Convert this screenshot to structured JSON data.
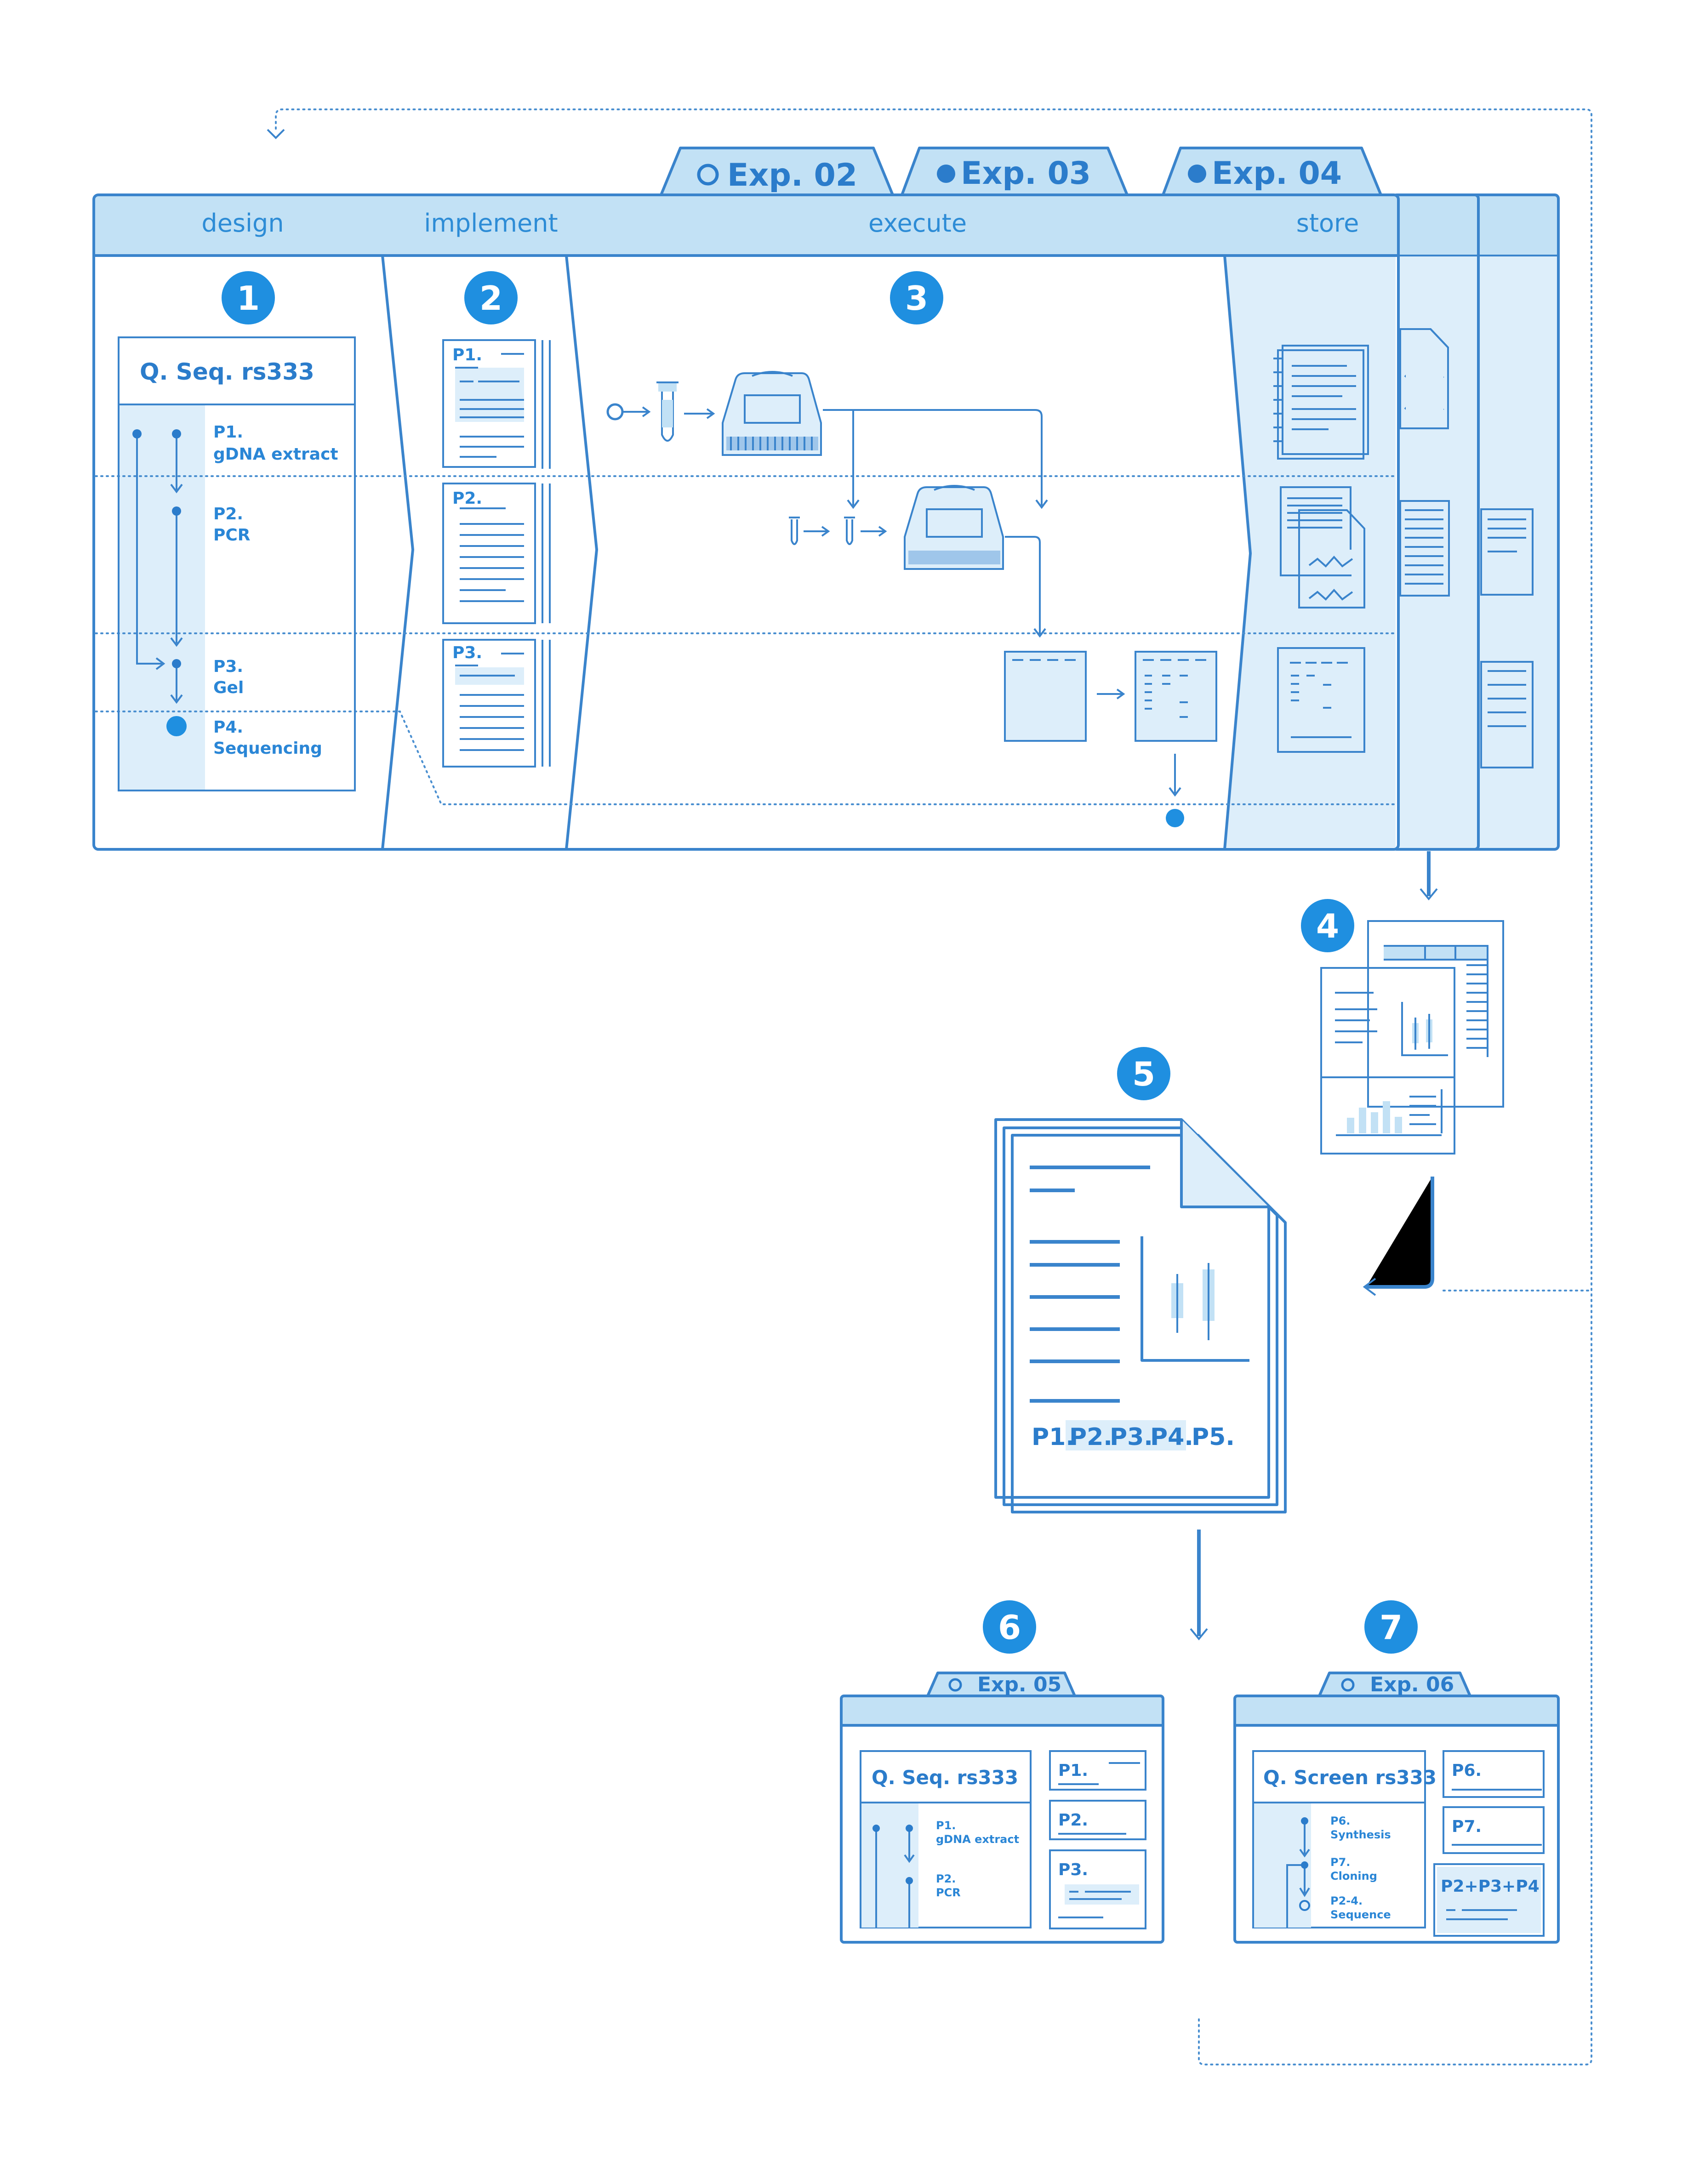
{
  "tabs": [
    {
      "label": "Exp. 02",
      "icon": "open-circle-icon"
    },
    {
      "label": "Exp. 03",
      "icon": "filled-circle-icon"
    },
    {
      "label": "Exp. 04",
      "icon": "filled-circle-icon"
    }
  ],
  "stages": [
    {
      "label": "design"
    },
    {
      "label": "implement"
    },
    {
      "label": "execute"
    },
    {
      "label": "store"
    }
  ],
  "steps": [
    "1",
    "2",
    "3",
    "4",
    "5",
    "6",
    "7"
  ],
  "design_card": {
    "title": "Q. Seq. rs333",
    "protocols": [
      {
        "id": "P1.",
        "name": "gDNA extract"
      },
      {
        "id": "P2.",
        "name": "PCR"
      },
      {
        "id": "P3.",
        "name": "Gel"
      },
      {
        "id": "P4.",
        "name": "Sequencing"
      }
    ]
  },
  "implement_docs": [
    "P1.",
    "P2.",
    "P3."
  ],
  "report": {
    "refs": [
      "P1.",
      "P2.",
      "P3.",
      "P4.",
      "P5."
    ]
  },
  "exp05": {
    "tab": "Exp. 05",
    "title": "Q. Seq. rs333",
    "protocols": [
      {
        "id": "P1.",
        "name": "gDNA extract"
      },
      {
        "id": "P2.",
        "name": "PCR"
      }
    ],
    "docs": [
      "P1.",
      "P2.",
      "P3."
    ]
  },
  "exp06": {
    "tab": "Exp. 06",
    "title": "Q. Screen rs333",
    "protocols": [
      {
        "id": "P6.",
        "name": "Synthesis"
      },
      {
        "id": "P7.",
        "name": "Cloning"
      },
      {
        "id": "P2-4.",
        "name": "Sequence"
      }
    ],
    "docs": [
      "P6.",
      "P7.",
      "P2+P3+P4"
    ]
  },
  "colors": {
    "stroke": "#3a84cc",
    "badge": "#1f8fe0",
    "fill_light": "#ddeefa",
    "fill_mid": "#c2e1f5"
  }
}
